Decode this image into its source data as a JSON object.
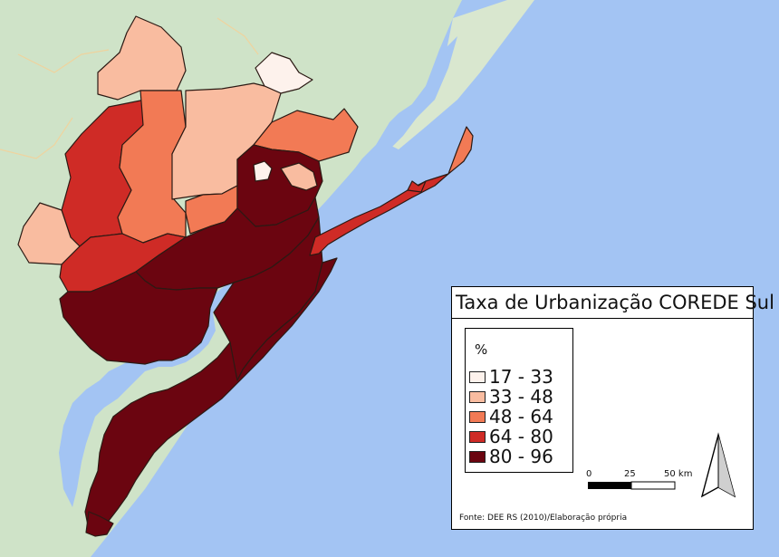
{
  "map_title": "Taxa de Urbanização COREDE Sul",
  "legend": {
    "title": "%",
    "classes": [
      {
        "label": "17 - 33",
        "color": "#fdf2ec"
      },
      {
        "label": "33 - 48",
        "color": "#f9bca0"
      },
      {
        "label": "48 - 64",
        "color": "#f27a55"
      },
      {
        "label": "64 - 80",
        "color": "#cf2b26"
      },
      {
        "label": "80 - 96",
        "color": "#6b0510"
      }
    ]
  },
  "scale_bar": {
    "labels": [
      "0",
      "25",
      "50 km"
    ]
  },
  "north_arrow": "north-arrow-icon",
  "source": "Fonte: DEE RS (2010)/Elaboração própria",
  "colors": {
    "ocean": "#a3c4f3",
    "land": "#cfe3c8",
    "lagoon": "#a3c4f3"
  }
}
